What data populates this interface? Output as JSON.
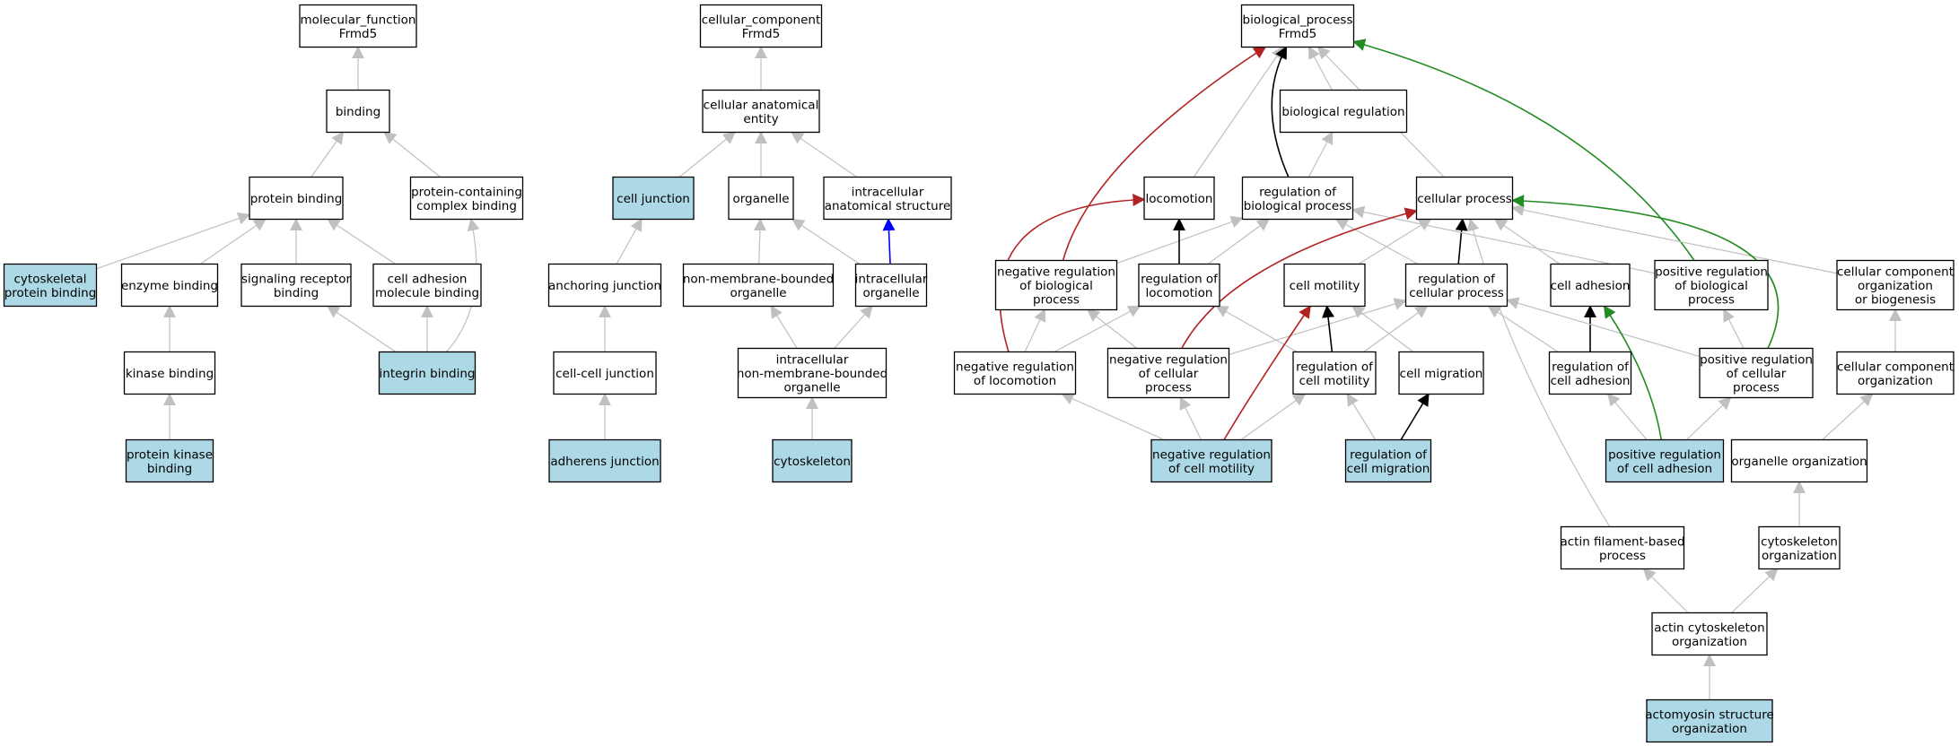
{
  "colors": {
    "highlight_fill": "#add8e6",
    "normal_fill": "#ffffff",
    "edge_gray": "#c0c0c0",
    "edge_black": "#000000",
    "edge_red": "#b22222",
    "edge_green": "#228b22",
    "edge_blue": "#0000ff"
  },
  "nodes": [
    {
      "id": "mf_root",
      "lines": [
        "molecular_function",
        "Frmd5"
      ]
    },
    {
      "id": "binding",
      "lines": [
        "binding"
      ]
    },
    {
      "id": "protein_binding",
      "lines": [
        "protein binding"
      ]
    },
    {
      "id": "protein_complex_binding",
      "lines": [
        "protein-containing",
        "complex binding"
      ]
    },
    {
      "id": "cytoskeletal_protein_binding",
      "lines": [
        "cytoskeletal",
        "protein binding"
      ],
      "highlight": true
    },
    {
      "id": "enzyme_binding",
      "lines": [
        "enzyme binding"
      ]
    },
    {
      "id": "signaling_receptor_binding",
      "lines": [
        "signaling receptor",
        "binding"
      ]
    },
    {
      "id": "cell_adhesion_molecule_binding",
      "lines": [
        "cell adhesion",
        "molecule binding"
      ]
    },
    {
      "id": "kinase_binding",
      "lines": [
        "kinase binding"
      ]
    },
    {
      "id": "integrin_binding",
      "lines": [
        "integrin binding"
      ],
      "highlight": true
    },
    {
      "id": "protein_kinase_binding",
      "lines": [
        "protein kinase",
        "binding"
      ],
      "highlight": true
    },
    {
      "id": "cc_root",
      "lines": [
        "cellular_component",
        "Frmd5"
      ]
    },
    {
      "id": "cellular_anatomical_entity",
      "lines": [
        "cellular anatomical",
        "entity"
      ]
    },
    {
      "id": "cell_junction",
      "lines": [
        "cell junction"
      ],
      "highlight": true
    },
    {
      "id": "organelle",
      "lines": [
        "organelle"
      ]
    },
    {
      "id": "intracellular_anatomical_structure",
      "lines": [
        "intracellular",
        "anatomical structure"
      ]
    },
    {
      "id": "anchoring_junction",
      "lines": [
        "anchoring junction"
      ]
    },
    {
      "id": "non_membrane_bounded_organelle",
      "lines": [
        "non-membrane-bounded",
        "organelle"
      ]
    },
    {
      "id": "intracellular_organelle",
      "lines": [
        "intracellular",
        "organelle"
      ]
    },
    {
      "id": "cell_cell_junction",
      "lines": [
        "cell-cell junction"
      ]
    },
    {
      "id": "intracellular_nmbo",
      "lines": [
        "intracellular",
        "non-membrane-bounded",
        "organelle"
      ]
    },
    {
      "id": "adherens_junction",
      "lines": [
        "adherens junction"
      ],
      "highlight": true
    },
    {
      "id": "cytoskeleton",
      "lines": [
        "cytoskeleton"
      ],
      "highlight": true
    },
    {
      "id": "bp_root",
      "lines": [
        "biological_process",
        "Frmd5"
      ]
    },
    {
      "id": "biological_regulation",
      "lines": [
        "biological regulation"
      ]
    },
    {
      "id": "locomotion",
      "lines": [
        "locomotion"
      ]
    },
    {
      "id": "regulation_biological_process",
      "lines": [
        "regulation of",
        "biological process"
      ]
    },
    {
      "id": "cellular_process",
      "lines": [
        "cellular process"
      ]
    },
    {
      "id": "neg_reg_biological_process",
      "lines": [
        "negative regulation",
        "of biological",
        "process"
      ]
    },
    {
      "id": "regulation_locomotion",
      "lines": [
        "regulation of",
        "locomotion"
      ]
    },
    {
      "id": "cell_motility",
      "lines": [
        "cell motility"
      ]
    },
    {
      "id": "regulation_cellular_process",
      "lines": [
        "regulation of",
        "cellular process"
      ]
    },
    {
      "id": "cell_adhesion",
      "lines": [
        "cell adhesion"
      ]
    },
    {
      "id": "pos_reg_biological_process",
      "lines": [
        "positive regulation",
        "of biological",
        "process"
      ]
    },
    {
      "id": "cellular_component_org_biogenesis",
      "lines": [
        "cellular component",
        "organization",
        "or biogenesis"
      ]
    },
    {
      "id": "neg_reg_locomotion",
      "lines": [
        "negative regulation",
        "of locomotion"
      ]
    },
    {
      "id": "neg_reg_cellular_process",
      "lines": [
        "negative regulation",
        "of cellular",
        "process"
      ]
    },
    {
      "id": "regulation_cell_motility",
      "lines": [
        "regulation of",
        "cell motility"
      ]
    },
    {
      "id": "cell_migration",
      "lines": [
        "cell migration"
      ]
    },
    {
      "id": "regulation_cell_adhesion",
      "lines": [
        "regulation of",
        "cell adhesion"
      ]
    },
    {
      "id": "pos_reg_cellular_process",
      "lines": [
        "positive regulation",
        "of cellular",
        "process"
      ]
    },
    {
      "id": "cellular_component_organization",
      "lines": [
        "cellular component",
        "organization"
      ]
    },
    {
      "id": "neg_reg_cell_motility",
      "lines": [
        "negative regulation",
        "of cell motility"
      ],
      "highlight": true
    },
    {
      "id": "regulation_cell_migration",
      "lines": [
        "regulation of",
        "cell migration"
      ],
      "highlight": true
    },
    {
      "id": "pos_reg_cell_adhesion",
      "lines": [
        "positive regulation",
        "of cell adhesion"
      ],
      "highlight": true
    },
    {
      "id": "organelle_organization",
      "lines": [
        "organelle organization"
      ]
    },
    {
      "id": "actin_filament_based_process",
      "lines": [
        "actin filament-based",
        "process"
      ]
    },
    {
      "id": "cytoskeleton_organization",
      "lines": [
        "cytoskeleton",
        "organization"
      ]
    },
    {
      "id": "actin_cytoskeleton_organization",
      "lines": [
        "actin cytoskeleton",
        "organization"
      ]
    },
    {
      "id": "actomyosin_structure_organization",
      "lines": [
        "actomyosin structure",
        "organization"
      ],
      "highlight": true
    }
  ],
  "edges": [
    {
      "from": "binding",
      "to": "mf_root",
      "type": "is_a"
    },
    {
      "from": "protein_binding",
      "to": "binding",
      "type": "is_a"
    },
    {
      "from": "protein_complex_binding",
      "to": "binding",
      "type": "is_a"
    },
    {
      "from": "cytoskeletal_protein_binding",
      "to": "protein_binding",
      "type": "is_a"
    },
    {
      "from": "enzyme_binding",
      "to": "protein_binding",
      "type": "is_a"
    },
    {
      "from": "signaling_receptor_binding",
      "to": "protein_binding",
      "type": "is_a"
    },
    {
      "from": "cell_adhesion_molecule_binding",
      "to": "protein_binding",
      "type": "is_a"
    },
    {
      "from": "kinase_binding",
      "to": "enzyme_binding",
      "type": "is_a"
    },
    {
      "from": "protein_kinase_binding",
      "to": "kinase_binding",
      "type": "is_a"
    },
    {
      "from": "integrin_binding",
      "to": "signaling_receptor_binding",
      "type": "is_a"
    },
    {
      "from": "integrin_binding",
      "to": "cell_adhesion_molecule_binding",
      "type": "is_a"
    },
    {
      "from": "integrin_binding",
      "to": "protein_complex_binding",
      "type": "is_a"
    },
    {
      "from": "cellular_anatomical_entity",
      "to": "cc_root",
      "type": "is_a"
    },
    {
      "from": "cell_junction",
      "to": "cellular_anatomical_entity",
      "type": "is_a"
    },
    {
      "from": "organelle",
      "to": "cellular_anatomical_entity",
      "type": "is_a"
    },
    {
      "from": "intracellular_anatomical_structure",
      "to": "cellular_anatomical_entity",
      "type": "is_a"
    },
    {
      "from": "anchoring_junction",
      "to": "cell_junction",
      "type": "is_a"
    },
    {
      "from": "cell_cell_junction",
      "to": "anchoring_junction",
      "type": "is_a"
    },
    {
      "from": "adherens_junction",
      "to": "cell_cell_junction",
      "type": "is_a"
    },
    {
      "from": "non_membrane_bounded_organelle",
      "to": "organelle",
      "type": "is_a"
    },
    {
      "from": "intracellular_organelle",
      "to": "organelle",
      "type": "is_a"
    },
    {
      "from": "intracellular_organelle",
      "to": "intracellular_anatomical_structure",
      "type": "part_of"
    },
    {
      "from": "intracellular_nmbo",
      "to": "non_membrane_bounded_organelle",
      "type": "is_a"
    },
    {
      "from": "intracellular_nmbo",
      "to": "intracellular_organelle",
      "type": "is_a"
    },
    {
      "from": "cytoskeleton",
      "to": "intracellular_nmbo",
      "type": "is_a"
    },
    {
      "from": "biological_regulation",
      "to": "bp_root",
      "type": "is_a"
    },
    {
      "from": "locomotion",
      "to": "bp_root",
      "type": "is_a"
    },
    {
      "from": "cellular_process",
      "to": "bp_root",
      "type": "is_a"
    },
    {
      "from": "regulation_biological_process",
      "to": "bp_root",
      "type": "regulates"
    },
    {
      "from": "regulation_biological_process",
      "to": "biological_regulation",
      "type": "is_a"
    },
    {
      "from": "neg_reg_biological_process",
      "to": "bp_root",
      "type": "negatively_regulates"
    },
    {
      "from": "pos_reg_biological_process",
      "to": "bp_root",
      "type": "positively_regulates"
    },
    {
      "from": "neg_reg_biological_process",
      "to": "regulation_biological_process",
      "type": "is_a"
    },
    {
      "from": "regulation_locomotion",
      "to": "regulation_biological_process",
      "type": "is_a"
    },
    {
      "from": "regulation_locomotion",
      "to": "locomotion",
      "type": "regulates"
    },
    {
      "from": "cell_motility",
      "to": "cellular_process",
      "type": "is_a"
    },
    {
      "from": "regulation_cellular_process",
      "to": "cellular_process",
      "type": "regulates"
    },
    {
      "from": "regulation_cellular_process",
      "to": "regulation_biological_process",
      "type": "is_a"
    },
    {
      "from": "cell_adhesion",
      "to": "cellular_process",
      "type": "is_a"
    },
    {
      "from": "pos_reg_biological_process",
      "to": "regulation_biological_process",
      "type": "is_a"
    },
    {
      "from": "cellular_component_org_biogenesis",
      "to": "cellular_process",
      "type": "is_a"
    },
    {
      "from": "neg_reg_locomotion",
      "to": "locomotion",
      "type": "negatively_regulates"
    },
    {
      "from": "neg_reg_locomotion",
      "to": "neg_reg_biological_process",
      "type": "is_a"
    },
    {
      "from": "neg_reg_locomotion",
      "to": "regulation_locomotion",
      "type": "is_a"
    },
    {
      "from": "neg_reg_cellular_process",
      "to": "cellular_process",
      "type": "negatively_regulates"
    },
    {
      "from": "neg_reg_cellular_process",
      "to": "neg_reg_biological_process",
      "type": "is_a"
    },
    {
      "from": "neg_reg_cellular_process",
      "to": "regulation_cellular_process",
      "type": "is_a"
    },
    {
      "from": "regulation_cell_motility",
      "to": "cell_motility",
      "type": "regulates"
    },
    {
      "from": "regulation_cell_motility",
      "to": "regulation_cellular_process",
      "type": "is_a"
    },
    {
      "from": "regulation_cell_motility",
      "to": "regulation_locomotion",
      "type": "is_a"
    },
    {
      "from": "cell_migration",
      "to": "cell_motility",
      "type": "is_a"
    },
    {
      "from": "regulation_cell_adhesion",
      "to": "cell_adhesion",
      "type": "regulates"
    },
    {
      "from": "regulation_cell_adhesion",
      "to": "regulation_cellular_process",
      "type": "is_a"
    },
    {
      "from": "pos_reg_cellular_process",
      "to": "cellular_process",
      "type": "positively_regulates"
    },
    {
      "from": "pos_reg_cellular_process",
      "to": "pos_reg_biological_process",
      "type": "is_a"
    },
    {
      "from": "pos_reg_cellular_process",
      "to": "regulation_cellular_process",
      "type": "is_a"
    },
    {
      "from": "cellular_component_organization",
      "to": "cellular_component_org_biogenesis",
      "type": "is_a"
    },
    {
      "from": "neg_reg_cell_motility",
      "to": "cell_motility",
      "type": "negatively_regulates"
    },
    {
      "from": "neg_reg_cell_motility",
      "to": "neg_reg_locomotion",
      "type": "is_a"
    },
    {
      "from": "neg_reg_cell_motility",
      "to": "neg_reg_cellular_process",
      "type": "is_a"
    },
    {
      "from": "neg_reg_cell_motility",
      "to": "regulation_cell_motility",
      "type": "is_a"
    },
    {
      "from": "regulation_cell_migration",
      "to": "cell_migration",
      "type": "regulates"
    },
    {
      "from": "regulation_cell_migration",
      "to": "regulation_cell_motility",
      "type": "is_a"
    },
    {
      "from": "pos_reg_cell_adhesion",
      "to": "cell_adhesion",
      "type": "positively_regulates"
    },
    {
      "from": "pos_reg_cell_adhesion",
      "to": "regulation_cell_adhesion",
      "type": "is_a"
    },
    {
      "from": "pos_reg_cell_adhesion",
      "to": "pos_reg_cellular_process",
      "type": "is_a"
    },
    {
      "from": "organelle_organization",
      "to": "cellular_component_organization",
      "type": "is_a"
    },
    {
      "from": "cytoskeleton_organization",
      "to": "organelle_organization",
      "type": "is_a"
    },
    {
      "from": "actin_filament_based_process",
      "to": "cellular_process",
      "type": "is_a"
    },
    {
      "from": "actin_cytoskeleton_organization",
      "to": "actin_filament_based_process",
      "type": "is_a"
    },
    {
      "from": "actin_cytoskeleton_organization",
      "to": "cytoskeleton_organization",
      "type": "is_a"
    },
    {
      "from": "actomyosin_structure_organization",
      "to": "actin_cytoskeleton_organization",
      "type": "is_a"
    }
  ]
}
